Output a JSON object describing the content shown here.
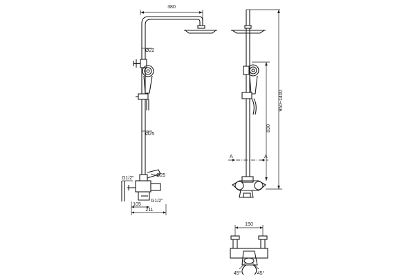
{
  "dimensions": {
    "width_380": "380",
    "dia_22": "Ø22",
    "dia_25": "Ø25",
    "g_half_left": "G1/2\"",
    "dia_25_spout": "Ø25",
    "g_half_bottom": "G1/2\"",
    "d_105": "105",
    "d_211": "211",
    "height_range": "950~1400",
    "d_830": "830",
    "section_a_left": "A",
    "section_a_right": "A",
    "d_150": "150",
    "angle_left": "45°",
    "angle_right": "45°"
  }
}
